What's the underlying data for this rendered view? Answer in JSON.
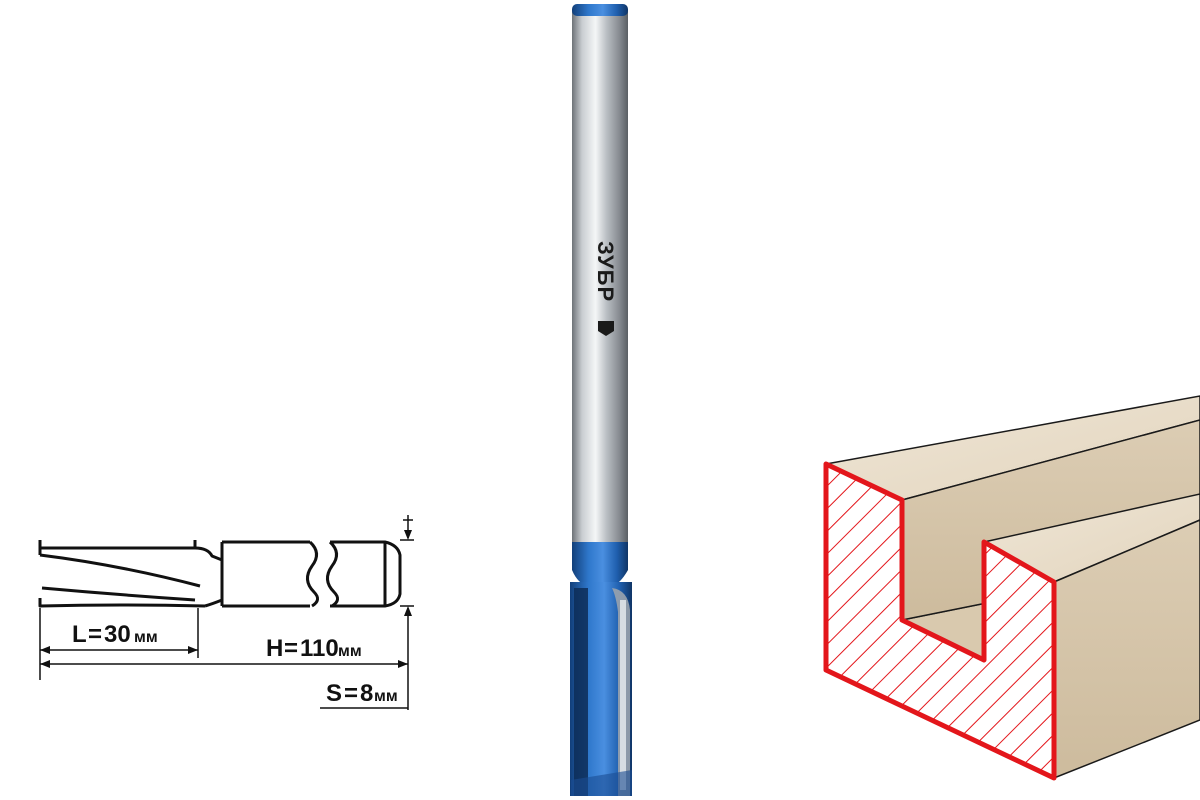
{
  "dimensions": {
    "length": {
      "label": "L",
      "value": "30",
      "unit": "мм"
    },
    "height": {
      "label": "H",
      "value": "110",
      "unit": "мм"
    },
    "shank": {
      "label": "S",
      "value": "8",
      "unit": "мм"
    }
  },
  "brand": {
    "name": "ЗУБР"
  },
  "colors": {
    "accent_blue": "#1f5fae",
    "profile_red": "#e3161b",
    "wood": "#eadfcc"
  }
}
